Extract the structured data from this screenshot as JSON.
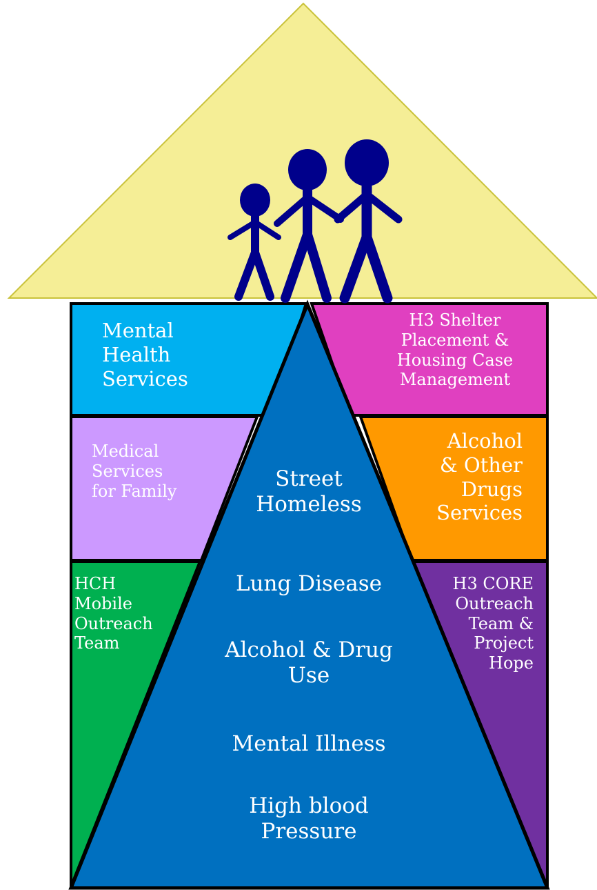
{
  "colors": {
    "roof": "#f5ee96",
    "roof_stroke": "#c9c23a",
    "people": "#00008b",
    "outline": "#000000",
    "triangle": "#0070c0",
    "mental_health": "#00b0f0",
    "shelter": "#e040c0",
    "medical": "#cc99ff",
    "alcohol": "#ff9900",
    "hch": "#00b050",
    "core": "#7030a0"
  },
  "figures": {
    "child": "person-icon",
    "adult_middle": "person-icon",
    "adult_right": "person-icon"
  },
  "boxes": {
    "mental_health": "Mental\nHealth\nServices",
    "shelter": "H3 Shelter\nPlacement &\nHousing Case\nManagement",
    "medical": "Medical\nServices\nfor Family",
    "alcohol": "Alcohol\n& Other\nDrugs\nServices",
    "hch": "HCH\nMobile\nOutreach\nTeam",
    "core": "H3 CORE\nOutreach\nTeam &\nProject\nHope"
  },
  "triangle": {
    "street_homeless": "Street\nHomeless",
    "lung_disease": "Lung Disease",
    "alcohol_drug": "Alcohol & Drug\nUse",
    "mental_illness": "Mental Illness",
    "high_bp": "High blood\nPressure"
  }
}
